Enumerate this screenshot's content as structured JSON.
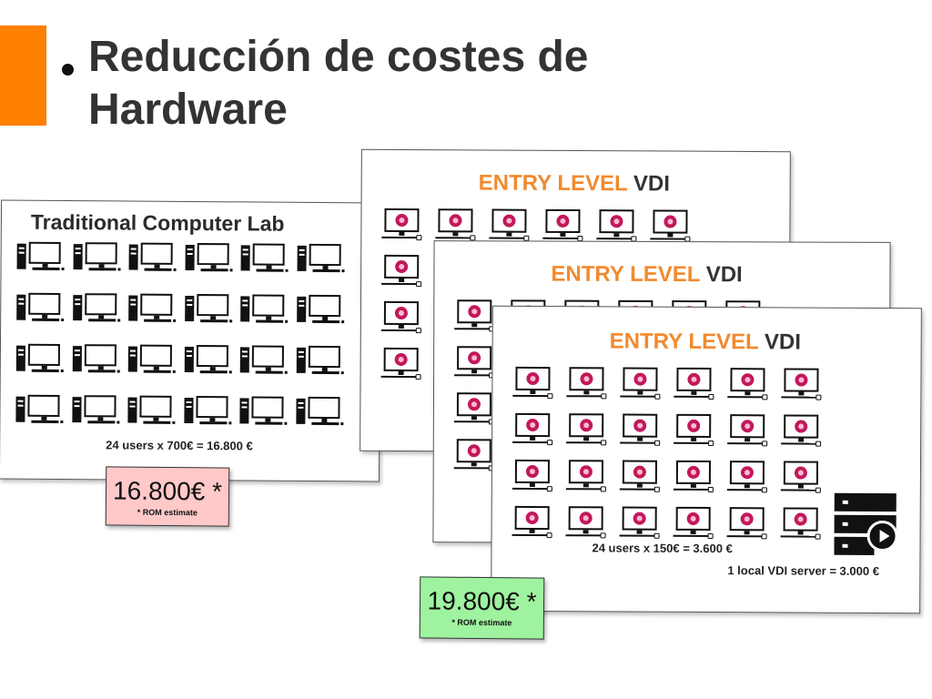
{
  "slide": {
    "title_line1": "Reducción de costes de",
    "title_line2": "Hardware",
    "accent_color": "#ff7f00"
  },
  "traditional_panel": {
    "heading": "Traditional Computer Lab",
    "icon": "desktop-pc-icon",
    "icon_rows": 4,
    "icon_cols": 6,
    "caption": "24 users x 700€ = 16.800 €"
  },
  "vdi_panels": [
    {
      "heading_orange": "ENTRY LEVEL",
      "heading_gray": "VDI"
    },
    {
      "heading_orange": "ENTRY LEVEL",
      "heading_gray": "VDI"
    },
    {
      "heading_orange": "ENTRY LEVEL",
      "heading_gray": "VDI",
      "icon": "thin-client-icon",
      "icon_rows": 4,
      "icon_cols": 6,
      "caption_clients": "24 users x 150€ = 3.600 €",
      "caption_server": "1 local VDI server = 3.000 €",
      "server_icon": "server-play-icon"
    }
  ],
  "price_notes": {
    "traditional": {
      "value": "16.800€ *",
      "note": "* ROM estimate",
      "color": "#ffc9c9"
    },
    "vdi": {
      "value": "19.800€ *",
      "note": "* ROM estimate",
      "color": "#9ff29f"
    }
  },
  "colors": {
    "vdi_orange": "#f28a2e",
    "vdi_gray": "#333333",
    "client_logo": "#c2185b"
  }
}
